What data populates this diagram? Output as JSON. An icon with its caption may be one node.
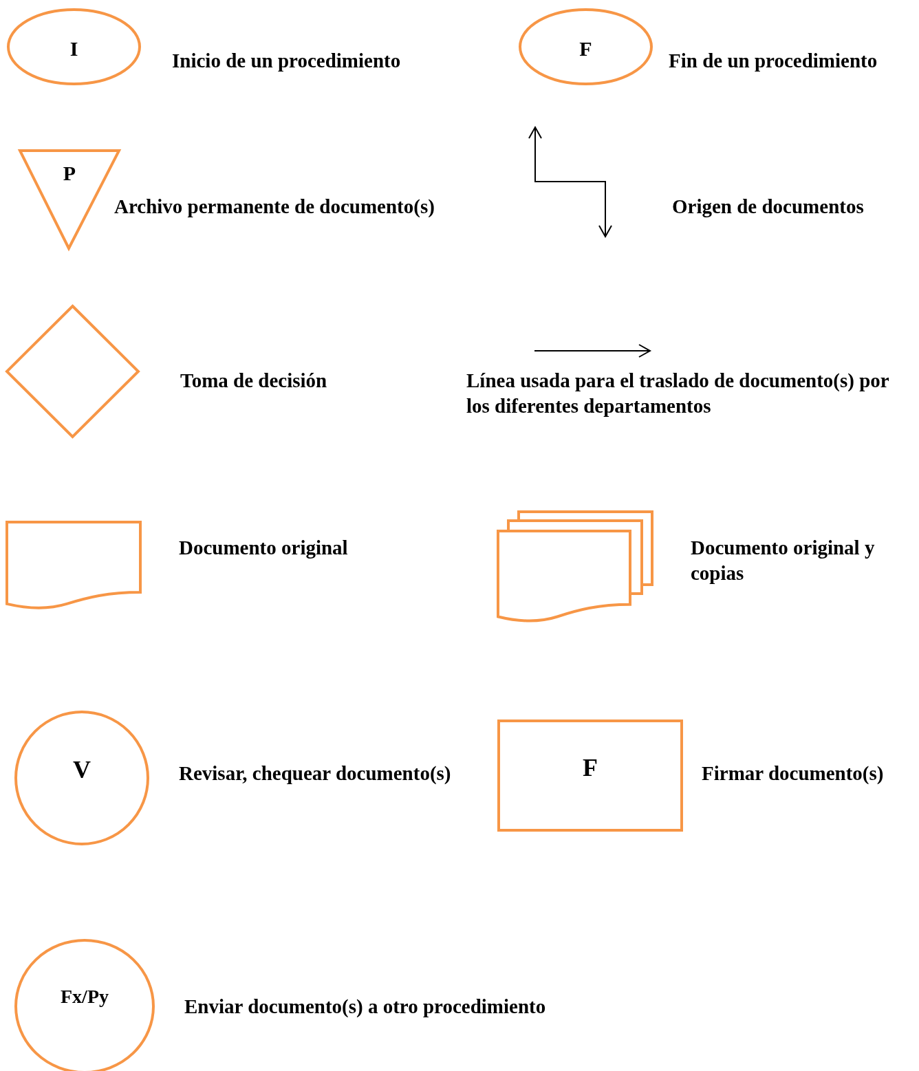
{
  "diagram": {
    "nodes": [
      {
        "text": [
          "I"
        ],
        "beside": [
          "Inicio de un procedimiento"
        ]
      },
      {
        "text": [
          "F"
        ],
        "beside": [
          "Fin de un procedimiento"
        ]
      },
      {
        "text": [
          "P"
        ],
        "beside": [
          "Archivo permanente de documento(s)"
        ]
      },
      {
        "text": [],
        "shape": "diamond",
        "beside": [
          "Toma de decisión"
        ]
      },
      {
        "text": [],
        "shape": "document",
        "beside": [
          "Documento original"
        ]
      },
      {
        "text": [],
        "shape": "documents",
        "beside": [
          "Documento original y copias"
        ]
      },
      {
        "text": [
          "V"
        ],
        "beside": [
          "Revisar, chequear documento(s)"
        ]
      },
      {
        "text": [
          "F"
        ],
        "beside": [
          "Firmar documento(s)"
        ]
      },
      {
        "text": [
          "Fx/Py"
        ],
        "beside": [
          "Enviar documento(s) a otro procedimiento"
        ]
      }
    ],
    "labels": [
      "Origen de documentos",
      "Línea usada para el traslado de documento(s) por los diferentes departamentos"
    ]
  }
}
